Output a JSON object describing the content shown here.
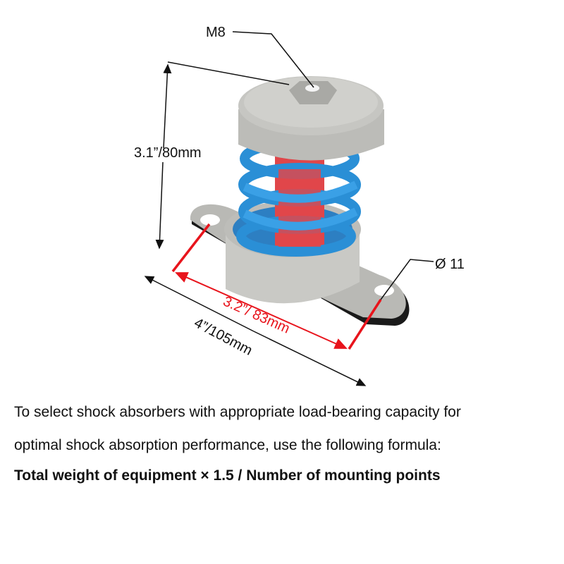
{
  "figure": {
    "labels": {
      "thread": "M8",
      "height": "3.1”/80mm",
      "hole_spacing": "3.2”/ 83mm",
      "length": "4”/105mm",
      "hole_diameter": "Ø 11"
    },
    "colors": {
      "spring": "#2a8fd6",
      "rod": "#e0464a",
      "metal": "#c8c8c4",
      "dimension_red": "#e8141c"
    }
  },
  "caption": {
    "line1": "To select shock absorbers with appropriate load-bearing capacity for",
    "line2": "optimal shock absorption performance, use the following formula:",
    "formula": "Total weight of equipment × 1.5 / Number of mounting points"
  }
}
